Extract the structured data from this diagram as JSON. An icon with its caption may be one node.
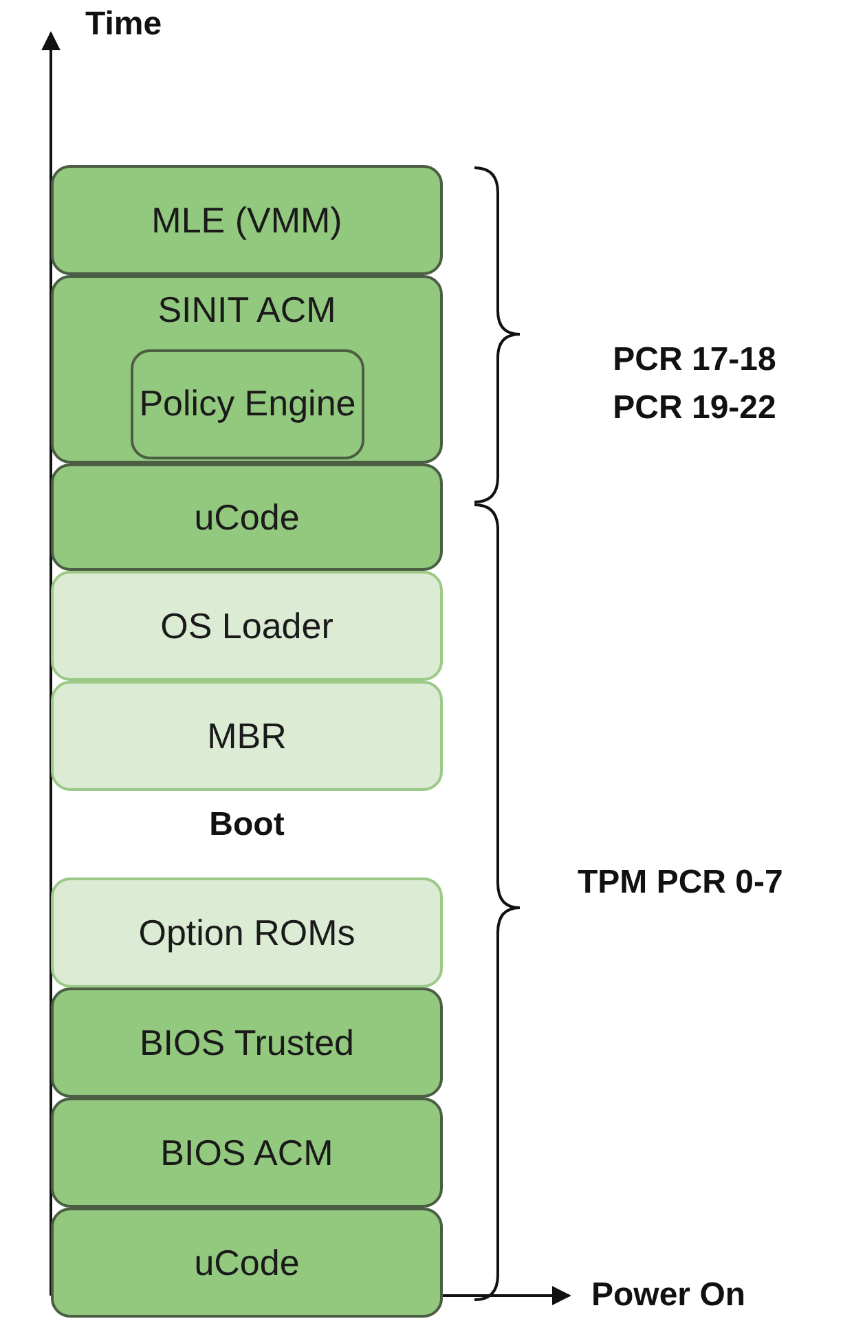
{
  "diagram": {
    "nodes": [
      {
        "text": [
          "MLE (VMM)"
        ]
      },
      {
        "text": [
          "SINIT ACM"
        ]
      },
      {
        "text": [
          "Policy Engine"
        ],
        "in": 1
      },
      {
        "text": [
          "uCode"
        ]
      },
      {
        "text": [
          "OS Loader"
        ]
      },
      {
        "text": [
          "MBR"
        ]
      },
      {
        "text": [
          "Option ROMs"
        ]
      },
      {
        "text": [
          "BIOS Trusted"
        ]
      },
      {
        "text": [
          "BIOS ACM"
        ]
      },
      {
        "text": [
          "uCode"
        ]
      }
    ],
    "edges": [],
    "labels": [
      "Time",
      "PCR 17-18 PCR 19-22",
      "Boot",
      "TPM PCR 0-7",
      "Power On"
    ]
  }
}
